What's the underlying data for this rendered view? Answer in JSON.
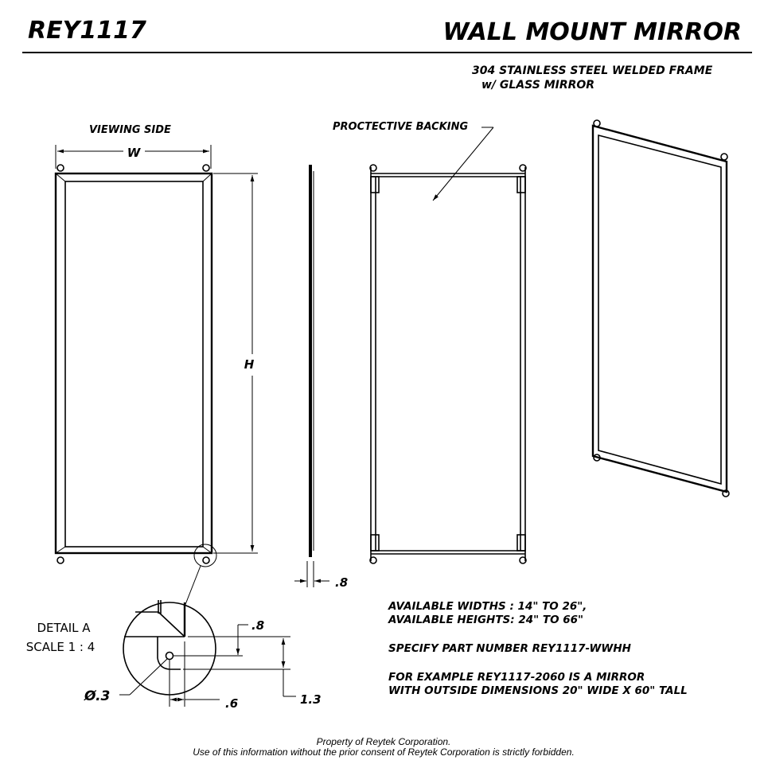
{
  "title_block": {
    "part_number": "REY1117",
    "title": "WALL MOUNT MIRROR"
  },
  "description": [
    "304 STAINLESS STEEL WELDED FRAME",
    "w/ GLASS MIRROR"
  ],
  "views": {
    "viewing_side_label": "VIEWING SIDE",
    "width_label": "W",
    "height_label": "H",
    "side_thickness": ".8",
    "backing_label": "PROCTECTIVE BACKING"
  },
  "detail": {
    "title": "DETAIL A",
    "scale": "SCALE 1 : 4",
    "dim_vertical_small": ".8",
    "dim_vertical_large": "1.3",
    "dim_horizontal": ".6",
    "hole_diameter": "Ø.3"
  },
  "notes": [
    "AVAILABLE WIDTHS : 14\" TO 26\",",
    "AVAILABLE HEIGHTS:  24\" TO 66\"",
    "SPECIFY PART NUMBER   REY1117-WWHH",
    "FOR EXAMPLE  REY1117-2060 IS A MIRROR",
    "WITH OUTSIDE DIMENSIONS 20\" WIDE X 60\" TALL"
  ],
  "footer": [
    "Property of Reytek Corporation.",
    "Use of this information without the prior consent of Reytek Corporation is strictly forbidden."
  ]
}
